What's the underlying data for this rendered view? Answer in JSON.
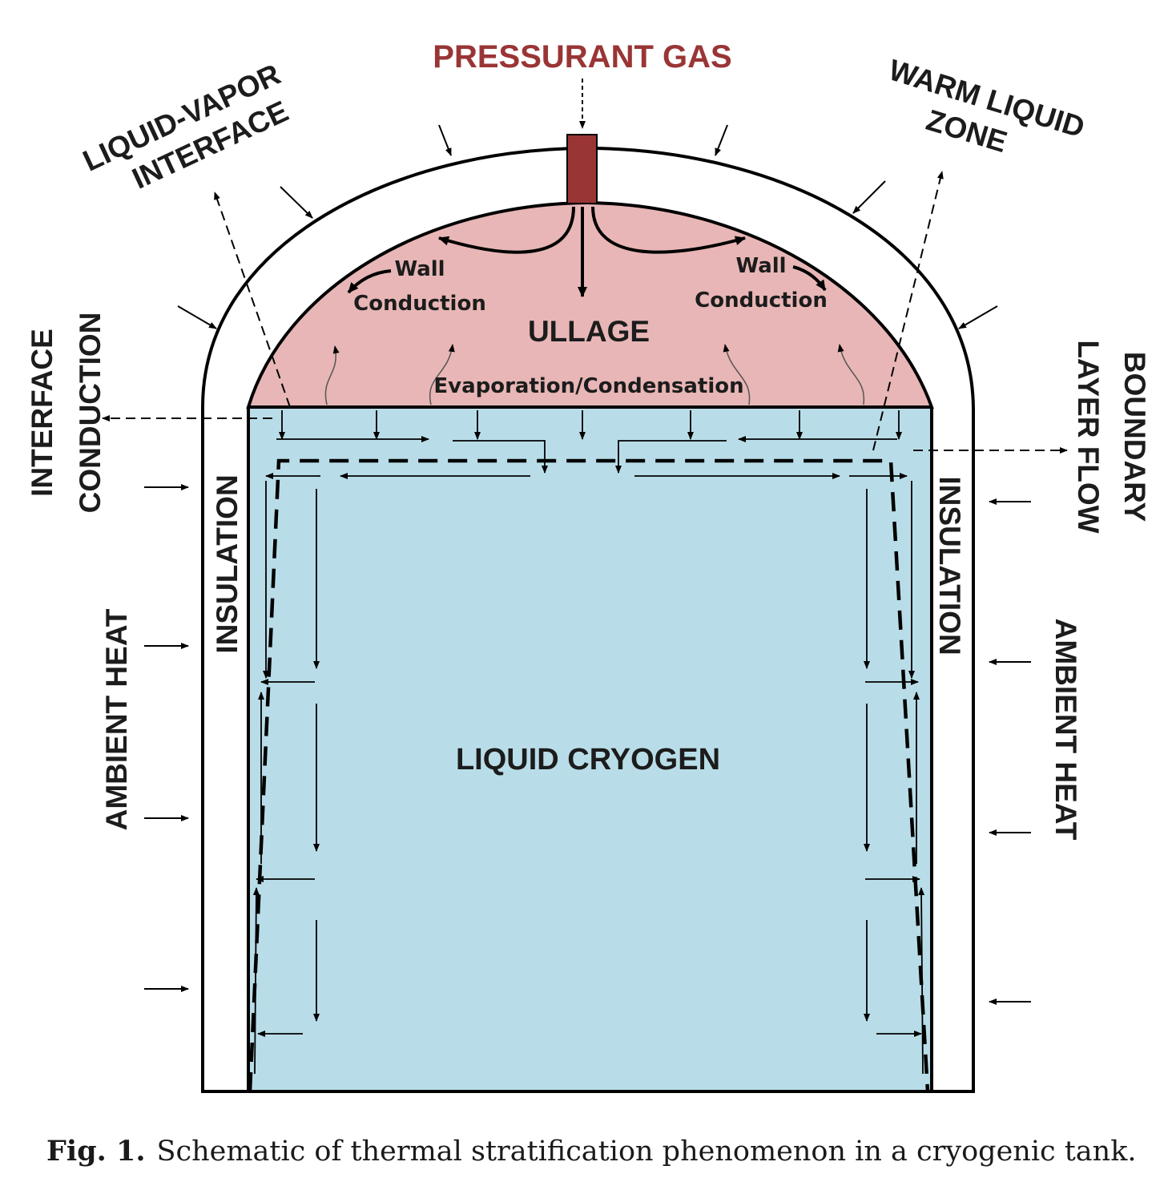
{
  "labels": {
    "pressurant_gas": "PRESSURANT GAS",
    "liquid_vapor_interface_line1": "LIQUID-VAPOR",
    "liquid_vapor_interface_line2": "INTERFACE",
    "warm_liquid_zone_line1": "WARM LIQUID",
    "warm_liquid_zone_line2": "ZONE",
    "interface_conduction_line1": "INTERFACE",
    "interface_conduction_line2": "CONDUCTION",
    "boundary_layer_flow_line1": "BOUNDARY",
    "boundary_layer_flow_line2": "LAYER FLOW",
    "ambient_heat_left": "AMBIENT HEAT",
    "ambient_heat_right": "AMBIENT HEAT",
    "insulation_left": "INSULATION",
    "insulation_right": "INSULATION",
    "ullage": "ULLAGE",
    "wall_left": "Wall",
    "conduction_left": "Conduction",
    "wall_right": "Wall",
    "conduction_right": "Conduction",
    "evaporation_condensation": "Evaporation/Condensation",
    "liquid_cryogen": "LIQUID CRYOGEN"
  },
  "caption": {
    "number": "Fig. 1.",
    "text": "Schematic of thermal stratification phenomenon in a cryogenic tank."
  },
  "colors": {
    "pressurant": "#9a3535",
    "ullage_fill": "#e8b6b6",
    "liquid_fill": "#b9dde8",
    "outline": "#000000"
  }
}
